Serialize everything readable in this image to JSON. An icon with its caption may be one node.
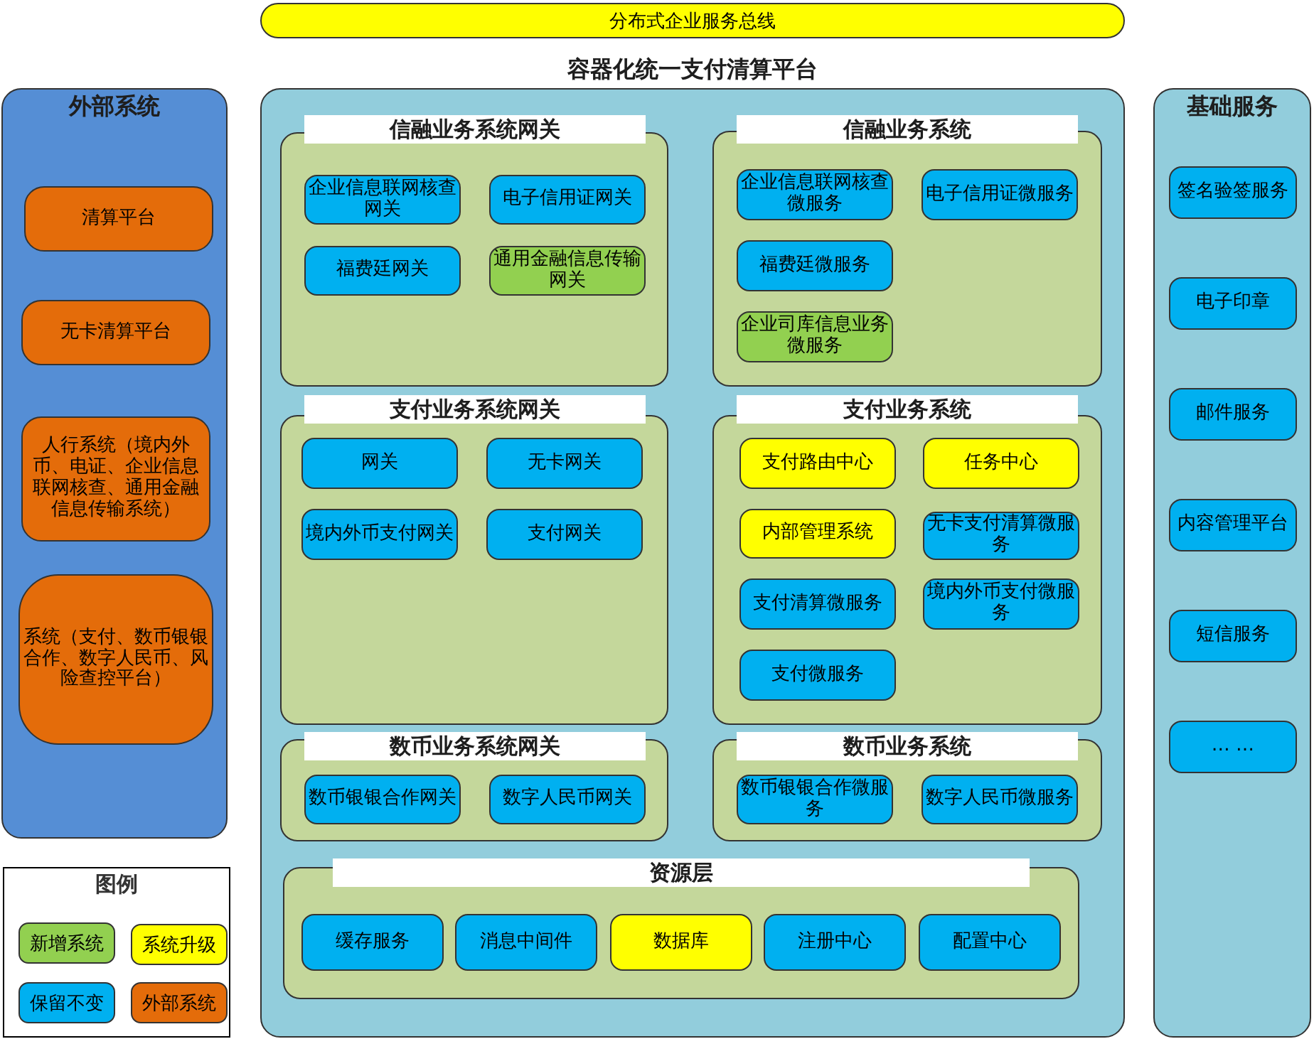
{
  "diagram": {
    "nodes": [
      {
        "text": [
          "分布式企业服务总线"
        ]
      },
      {
        "text": [
          "外部系统"
        ]
      },
      {
        "text": [
          "清算平台"
        ],
        "in": 1
      },
      {
        "text": [
          "无卡清算平台"
        ],
        "in": 1
      },
      {
        "text": [
          "人行系统（境内外币、电证、企业信息联网核查、通用金融信息传输系统）"
        ],
        "in": 1
      },
      {
        "text": [
          "系统（支付、数币银银合作、数字人民币、风险查控平台）"
        ],
        "in": 1
      },
      {
        "text": [
          "容器化统一支付清算平台"
        ]
      },
      {
        "text": [
          "信融业务系统网关"
        ],
        "in": 6
      },
      {
        "text": [
          "企业信息联网核查网关"
        ],
        "in": 7
      },
      {
        "text": [
          "电子信用证网关"
        ],
        "in": 7
      },
      {
        "text": [
          "福费廷网关"
        ],
        "in": 7
      },
      {
        "text": [
          "通用金融信息传输网关"
        ],
        "in": 7
      },
      {
        "text": [
          "信融业务系统"
        ],
        "in": 6
      },
      {
        "text": [
          "企业信息联网核查微服务"
        ],
        "in": 12
      },
      {
        "text": [
          "电子信用证微服务"
        ],
        "in": 12
      },
      {
        "text": [
          "福费廷微服务"
        ],
        "in": 12
      },
      {
        "text": [
          "企业司库信息业务微服务"
        ],
        "in": 12
      },
      {
        "text": [
          "支付业务系统网关"
        ],
        "in": 6
      },
      {
        "text": [
          "网关"
        ],
        "in": 17
      },
      {
        "text": [
          "无卡网关"
        ],
        "in": 17
      },
      {
        "text": [
          "境内外币支付网关"
        ],
        "in": 17
      },
      {
        "text": [
          "支付网关"
        ],
        "in": 17
      },
      {
        "text": [
          "支付业务系统"
        ],
        "in": 6
      },
      {
        "text": [
          "支付路由中心"
        ],
        "in": 22
      },
      {
        "text": [
          "任务中心"
        ],
        "in": 22
      },
      {
        "text": [
          "内部管理系统"
        ],
        "in": 22
      },
      {
        "text": [
          "无卡支付清算微服务"
        ],
        "in": 22
      },
      {
        "text": [
          "支付清算微服务"
        ],
        "in": 22
      },
      {
        "text": [
          "境内外币支付微服务"
        ],
        "in": 22
      },
      {
        "text": [
          "支付微服务"
        ],
        "in": 22
      },
      {
        "text": [
          "数币业务系统网关"
        ],
        "in": 6
      },
      {
        "text": [
          "数币银银合作网关"
        ],
        "in": 30
      },
      {
        "text": [
          "数字人民币网关"
        ],
        "in": 30
      },
      {
        "text": [
          "数币业务系统"
        ],
        "in": 6
      },
      {
        "text": [
          "数币银银合作微服务"
        ],
        "in": 33
      },
      {
        "text": [
          "数字人民币微服务"
        ],
        "in": 33
      },
      {
        "text": [
          "资源层"
        ],
        "in": 6
      },
      {
        "text": [
          "缓存服务"
        ],
        "in": 36
      },
      {
        "text": [
          "消息中间件"
        ],
        "in": 36
      },
      {
        "text": [
          "数据库"
        ],
        "in": 36
      },
      {
        "text": [
          "注册中心"
        ],
        "in": 36
      },
      {
        "text": [
          "配置中心"
        ],
        "in": 36
      },
      {
        "text": [
          "基础服务"
        ]
      },
      {
        "text": [
          "签名验签服务"
        ],
        "in": 42
      },
      {
        "text": [
          "电子印章"
        ],
        "in": 42
      },
      {
        "text": [
          "邮件服务"
        ],
        "in": 42
      },
      {
        "text": [
          "内容管理平台"
        ],
        "in": 42
      },
      {
        "text": [
          "短信服务"
        ],
        "in": 42
      },
      {
        "text": [
          "… …"
        ],
        "in": 42
      }
    ],
    "labels": [
      "图例"
    ],
    "legend": [
      {
        "text": "新增系统",
        "color": "#92d050"
      },
      {
        "text": "系统升级",
        "color": "#ffff00"
      },
      {
        "text": "保留不变",
        "color": "#00b0f0"
      },
      {
        "text": "外部系统",
        "color": "#e46c0a"
      }
    ]
  }
}
